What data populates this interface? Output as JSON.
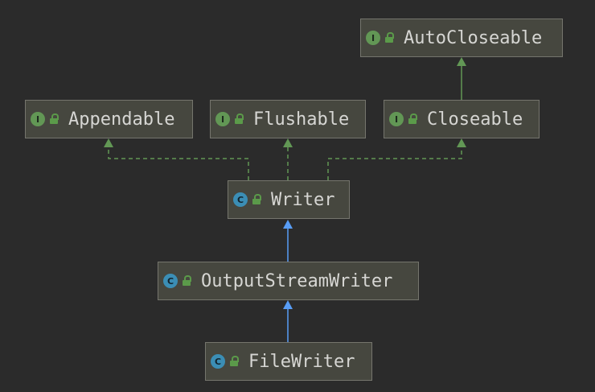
{
  "diagram": {
    "colors": {
      "background": "#2b2b2b",
      "node_fill": "#46473f",
      "node_border": "#75756d",
      "text": "#d6d6d3",
      "implements_edge": "#629755",
      "extends_edge": "#589df6",
      "interface_badge": "#629755",
      "class_badge": "#3b8eb5"
    },
    "nodes": {
      "autocloseable": {
        "label": "AutoCloseable",
        "badge": "I",
        "kind": "interface",
        "icon": "interface-icon"
      },
      "appendable": {
        "label": "Appendable",
        "badge": "I",
        "kind": "interface",
        "icon": "interface-icon"
      },
      "flushable": {
        "label": "Flushable",
        "badge": "I",
        "kind": "interface",
        "icon": "interface-icon"
      },
      "closeable": {
        "label": "Closeable",
        "badge": "I",
        "kind": "interface",
        "icon": "interface-icon"
      },
      "writer": {
        "label": "Writer",
        "badge": "C",
        "kind": "abstract-class",
        "icon": "abstract-class-icon"
      },
      "outputstreamwriter": {
        "label": "OutputStreamWriter",
        "badge": "C",
        "kind": "class",
        "icon": "class-icon"
      },
      "filewriter": {
        "label": "FileWriter",
        "badge": "C",
        "kind": "class",
        "icon": "class-icon"
      }
    },
    "edges": [
      {
        "from": "closeable",
        "to": "autocloseable",
        "relation": "extends"
      },
      {
        "from": "writer",
        "to": "appendable",
        "relation": "implements"
      },
      {
        "from": "writer",
        "to": "flushable",
        "relation": "implements"
      },
      {
        "from": "writer",
        "to": "closeable",
        "relation": "implements"
      },
      {
        "from": "outputstreamwriter",
        "to": "writer",
        "relation": "extends"
      },
      {
        "from": "filewriter",
        "to": "outputstreamwriter",
        "relation": "extends"
      }
    ]
  }
}
